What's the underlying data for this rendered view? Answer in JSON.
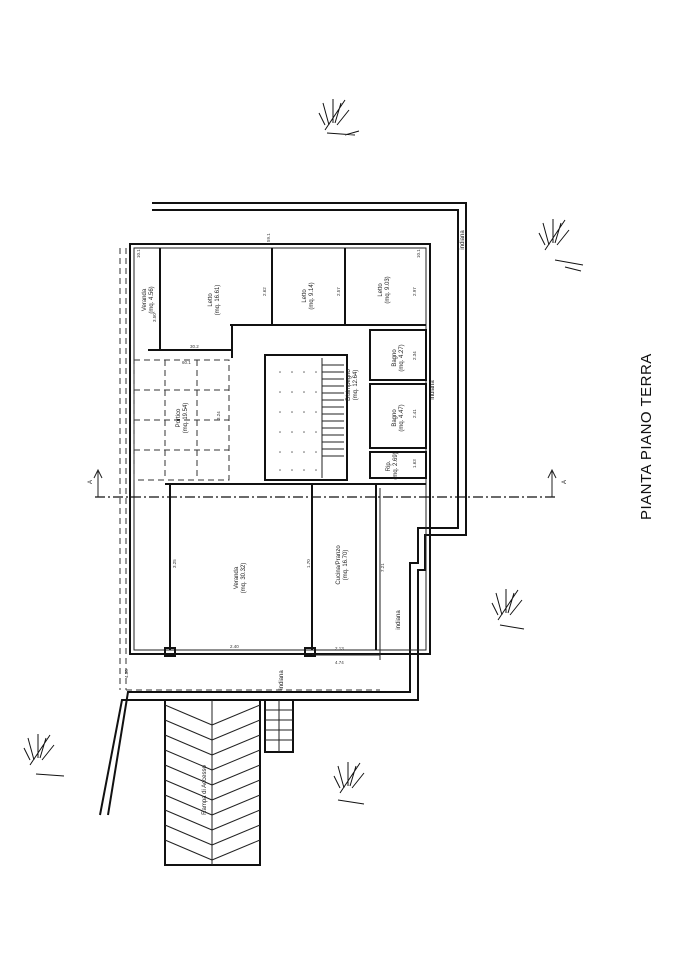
{
  "title": "PIANTA PIANO TERRA",
  "rooms": [
    {
      "name": "Veranda",
      "area": "(mq. 4.56)"
    },
    {
      "name": "Letto",
      "area": "(mq. 16.61)"
    },
    {
      "name": "Letto",
      "area": "(mq. 9.14)"
    },
    {
      "name": "Letto",
      "area": "(mq. 9.03)"
    },
    {
      "name": "Portico",
      "area": "(mq. 19.54)"
    },
    {
      "name": "Disimpegno",
      "area": "(mq. 12.64)"
    },
    {
      "name": "Bagno",
      "area": "(mq. 4.27)"
    },
    {
      "name": "Bagno",
      "area": "(mq. 4.47)"
    },
    {
      "name": "Rip.",
      "area": "(mq. 2.69)"
    },
    {
      "name": "Veranda",
      "area": "(mq. 30.32)"
    },
    {
      "name": "Cucina/Pranzo",
      "area": "(mq. 16.70)"
    },
    {
      "name": "Rampa di Accesso",
      "area": ""
    }
  ],
  "notes": {
    "indiana": "indiana",
    "section_a": "A",
    "section_a2": "A"
  },
  "dimensions": {
    "d1": "10.1",
    "d2": "10.1",
    "d3": "30.2",
    "d4": "59.1",
    "d5": "60.1",
    "d6": "2.62",
    "d7": "2.57",
    "d8": "2.97",
    "d9": "3.50",
    "d10": "2.34",
    "d11": "2.41",
    "d12": "1.63",
    "d13": "3.24",
    "d14": "7.21",
    "d15": "2.13",
    "d16": "4.74",
    "d17": "2.40",
    "d18": "1.70",
    "d19": "3.25",
    "d20": "4.30"
  }
}
